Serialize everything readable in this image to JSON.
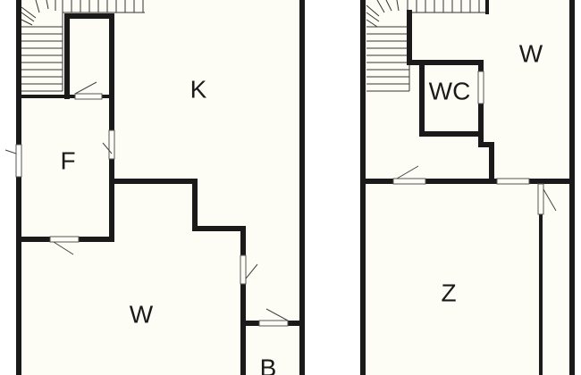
{
  "floors": [
    {
      "id": "ground",
      "rooms": [
        {
          "key": "kitchen",
          "label": "K"
        },
        {
          "key": "front-room",
          "label": "F"
        },
        {
          "key": "living-room",
          "label": "W"
        },
        {
          "key": "bath",
          "label": "B"
        }
      ]
    },
    {
      "id": "upper",
      "rooms": [
        {
          "key": "wc",
          "label": "WC"
        },
        {
          "key": "living-room",
          "label": "W"
        },
        {
          "key": "room",
          "label": "Z"
        }
      ]
    }
  ]
}
